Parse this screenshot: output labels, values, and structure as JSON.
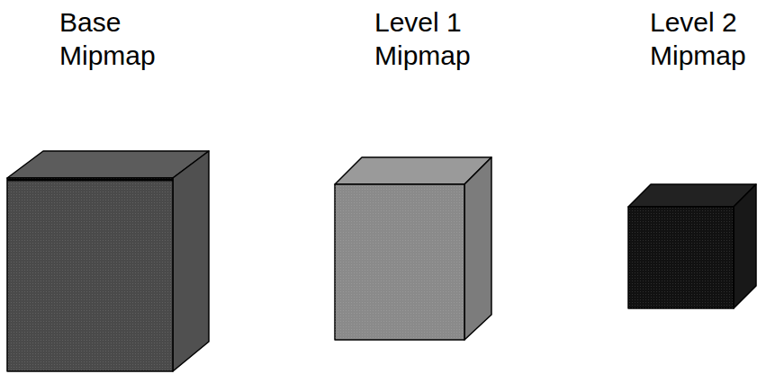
{
  "diagram": {
    "labels": [
      "Base Mipmap",
      "Level 1 Mipmap",
      "Level 2 Mipmap"
    ]
  }
}
